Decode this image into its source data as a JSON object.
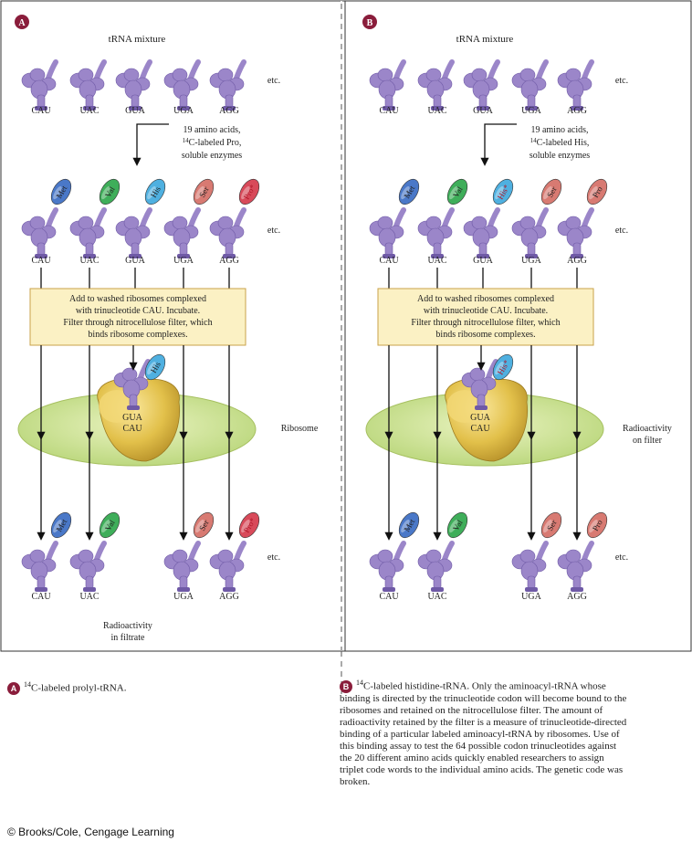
{
  "panels": [
    {
      "badge": "A",
      "mixture_title": "tRNA mixture",
      "etc": "etc.",
      "top_codons": [
        "CAU",
        "UAC",
        "GUA",
        "UGA",
        "AGG"
      ],
      "reagent_lines": [
        "19 amino acids,",
        "14",
        "C-labeled Pro,",
        "soluble enzymes"
      ],
      "charged": [
        {
          "aa": "Met",
          "codon": "CAU",
          "color": "#4a78c8"
        },
        {
          "aa": "Val",
          "codon": "UAC",
          "color": "#3fae5a"
        },
        {
          "aa": "His",
          "codon": "GUA",
          "color": "#4fb0e0"
        },
        {
          "aa": "Ser",
          "codon": "UGA",
          "color": "#d87a72"
        },
        {
          "aa": "Pro*",
          "codon": "AGG",
          "color": "#d84a5a"
        }
      ],
      "box_lines": [
        "Add to washed ribosomes complexed",
        "with trinucleotide CAU. Incubate.",
        "Filter through nitrocellulose filter, which",
        "binds ribosome complexes."
      ],
      "bound_aa": "His",
      "bound_color": "#4fb0e0",
      "ribosome_codons": [
        "GUA",
        "CAU"
      ],
      "side_label": [
        "Ribosome"
      ],
      "bottom": [
        {
          "aa": "Met",
          "codon": "CAU",
          "color": "#4a78c8"
        },
        {
          "aa": "Val",
          "codon": "UAC",
          "color": "#3fae5a"
        },
        {
          "aa": "Ser",
          "codon": "UGA",
          "color": "#d87a72"
        },
        {
          "aa": "Pro*",
          "codon": "AGG",
          "color": "#d84a5a"
        }
      ],
      "footer_label": [
        "Radioactivity",
        "in filtrate"
      ]
    },
    {
      "badge": "B",
      "mixture_title": "tRNA mixture",
      "etc": "etc.",
      "top_codons": [
        "CAU",
        "UAC",
        "GUA",
        "UGA",
        "AGG"
      ],
      "reagent_lines": [
        "19 amino acids,",
        "14",
        "C-labeled His,",
        "soluble enzymes"
      ],
      "charged": [
        {
          "aa": "Met",
          "codon": "CAU",
          "color": "#4a78c8"
        },
        {
          "aa": "Val",
          "codon": "UAC",
          "color": "#3fae5a"
        },
        {
          "aa": "His*",
          "codon": "GUA",
          "color": "#4fb0e0"
        },
        {
          "aa": "Ser",
          "codon": "UGA",
          "color": "#d87a72"
        },
        {
          "aa": "Pro",
          "codon": "AGG",
          "color": "#d87a72"
        }
      ],
      "box_lines": [
        "Add to washed ribosomes complexed",
        "with trinucleotide CAU. Incubate.",
        "Filter through nitrocellulose filter, which",
        "binds ribosome complexes."
      ],
      "bound_aa": "His*",
      "bound_color": "#4fb0e0",
      "ribosome_codons": [
        "GUA",
        "CAU"
      ],
      "side_label": [
        "Radioactivity",
        "on filter"
      ],
      "bottom": [
        {
          "aa": "Met",
          "codon": "CAU",
          "color": "#4a78c8"
        },
        {
          "aa": "Val",
          "codon": "UAC",
          "color": "#3fae5a"
        },
        {
          "aa": "Ser",
          "codon": "UGA",
          "color": "#d87a72"
        },
        {
          "aa": "Pro",
          "codon": "AGG",
          "color": "#d87a72"
        }
      ],
      "footer_label": []
    }
  ],
  "captions": {
    "a_badge": "A",
    "a_sup": "14",
    "a_text": "C-labeled prolyl-tRNA.",
    "b_badge": "B",
    "b_sup": "14",
    "b_text": "C-labeled histidine-tRNA. Only the aminoacyl-tRNA whose binding is directed by the trinucleotide codon will become bound to the ribosomes and retained on the nitrocellulose filter.  The amount of radioactivity retained by the filter is a measure of trinucleotide-directed binding of a particular labeled aminoacyl-tRNA by ribosomes. Use of this binding assay to test the 64 possible codon trinucleotides against the 20 different amino acids quickly enabled researchers to assign triplet code words to the individual amino acids. The genetic code was broken."
  },
  "credit": "© Brooks/Cole, Cengage Learning",
  "colors": {
    "trna": "#9b86c9",
    "trna_dark": "#6f5aa6",
    "box_fill": "#fbf1c4",
    "box_border": "#c9a24a",
    "ribosome_ellipse": "#cfe39a",
    "ribosome_body": "#e2c04a",
    "badge": "#8a1d3b"
  }
}
